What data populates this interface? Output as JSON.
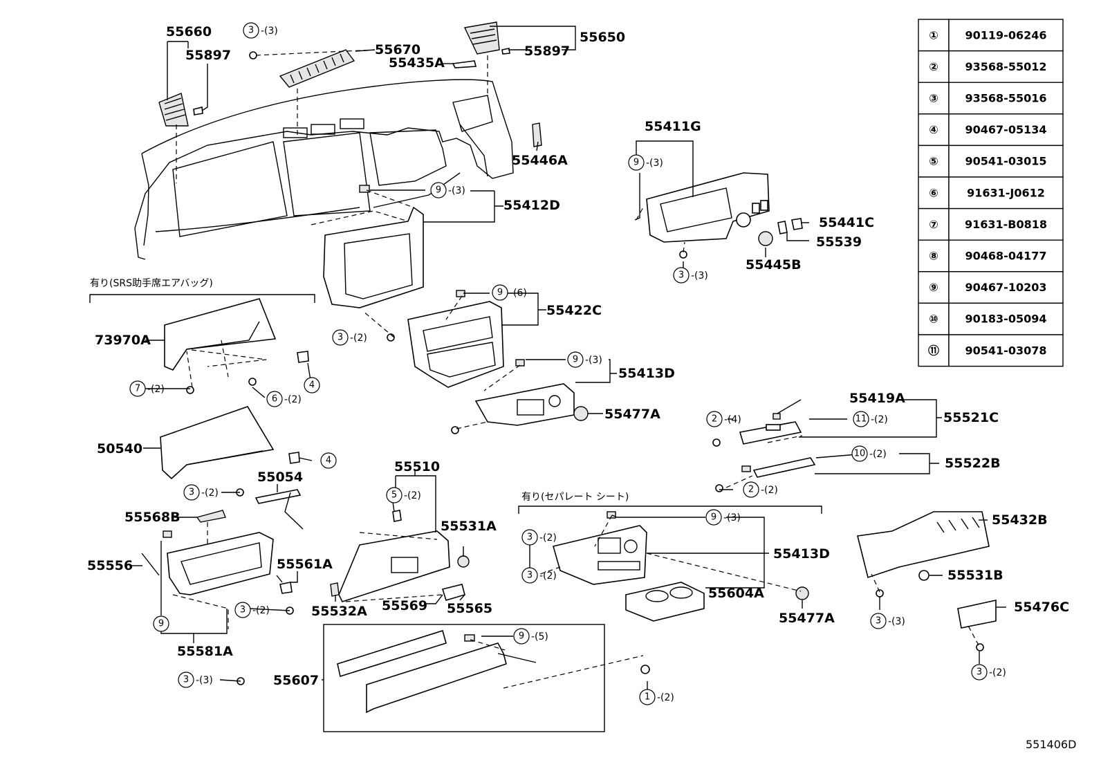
{
  "diagram_code": "551406D",
  "notes": {
    "srs": "有り(SRS助手席エアバッグ)",
    "separate_seat": "有り(セパレート シート)"
  },
  "legend": [
    {
      "num": "①",
      "part": "90119-06246"
    },
    {
      "num": "②",
      "part": "93568-55012"
    },
    {
      "num": "③",
      "part": "93568-55016"
    },
    {
      "num": "④",
      "part": "90467-05134"
    },
    {
      "num": "⑤",
      "part": "90541-03015"
    },
    {
      "num": "⑥",
      "part": "91631-J0612"
    },
    {
      "num": "⑦",
      "part": "91631-B0818"
    },
    {
      "num": "⑧",
      "part": "90468-04177"
    },
    {
      "num": "⑨",
      "part": "90467-10203"
    },
    {
      "num": "⑩",
      "part": "90183-05094"
    },
    {
      "num": "⑪",
      "part": "90541-03078"
    }
  ],
  "parts": [
    "55660",
    "55897",
    "55670",
    "55435A",
    "55650",
    "55897",
    "55446A",
    "55412D",
    "55411G",
    "55441C",
    "55539",
    "55445B",
    "55422C",
    "73970A",
    "55413D",
    "55477A",
    "50540",
    "55419A",
    "55521C",
    "55522B",
    "55054",
    "55510",
    "55568B",
    "55531A",
    "55556",
    "55561A",
    "55532A",
    "55569",
    "55565",
    "55413D",
    "55604A",
    "55477A",
    "55432B",
    "55531B",
    "55476C",
    "55581A",
    "55607"
  ],
  "callouts": [
    {
      "num": "3",
      "qty": "-(3)"
    },
    {
      "num": "9",
      "qty": "-(3)"
    },
    {
      "num": "9",
      "qty": "-(3)"
    },
    {
      "num": "3",
      "qty": "-(3)"
    },
    {
      "num": "9",
      "qty": "-(6)"
    },
    {
      "num": "3",
      "qty": "-(2)"
    },
    {
      "num": "9",
      "qty": "-(3)"
    },
    {
      "num": "7",
      "qty": "-(2)"
    },
    {
      "num": "6",
      "qty": "-(2)"
    },
    {
      "num": "4",
      "qty": ""
    },
    {
      "num": "3",
      "qty": "-(2)"
    },
    {
      "num": "4",
      "qty": ""
    },
    {
      "num": "2",
      "qty": "-(4)"
    },
    {
      "num": "11",
      "qty": "-(2)"
    },
    {
      "num": "10",
      "qty": "-(2)"
    },
    {
      "num": "2",
      "qty": "-(2)"
    },
    {
      "num": "3",
      "qty": "-(2)"
    },
    {
      "num": "5",
      "qty": "-(2)"
    },
    {
      "num": "3",
      "qty": "-(2)"
    },
    {
      "num": "9",
      "qty": "-(3)"
    },
    {
      "num": "3",
      "qty": "-(2)"
    },
    {
      "num": "9",
      "qty": ""
    },
    {
      "num": "3",
      "qty": "-(3)"
    },
    {
      "num": "9",
      "qty": "-(5)"
    },
    {
      "num": "1",
      "qty": "-(2)"
    },
    {
      "num": "3",
      "qty": "-(3)"
    },
    {
      "num": "3",
      "qty": "-(2)"
    }
  ]
}
